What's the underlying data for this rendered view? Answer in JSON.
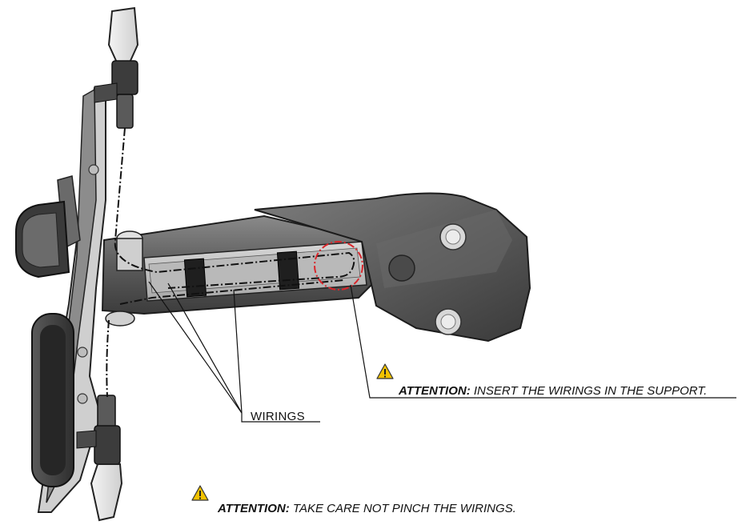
{
  "labels": {
    "wirings": "WIRINGS"
  },
  "notes": {
    "insert": {
      "prefix": "ATTENTION:",
      "text": "INSERT THE WIRINGS IN THE SUPPORT."
    },
    "pinch": {
      "prefix": "ATTENTION:",
      "text": "TAKE CARE NOT PINCH THE WIRINGS."
    }
  },
  "colors": {
    "highlight_circle": "#d9262b",
    "warning_fill": "#f2c200",
    "part_dark": "#4a4a4a",
    "part_mid": "#6f6f6f",
    "part_light": "#9a9a9a",
    "lens": "#e6e6e6"
  },
  "icons": {
    "warning": "warning-triangle-icon"
  }
}
